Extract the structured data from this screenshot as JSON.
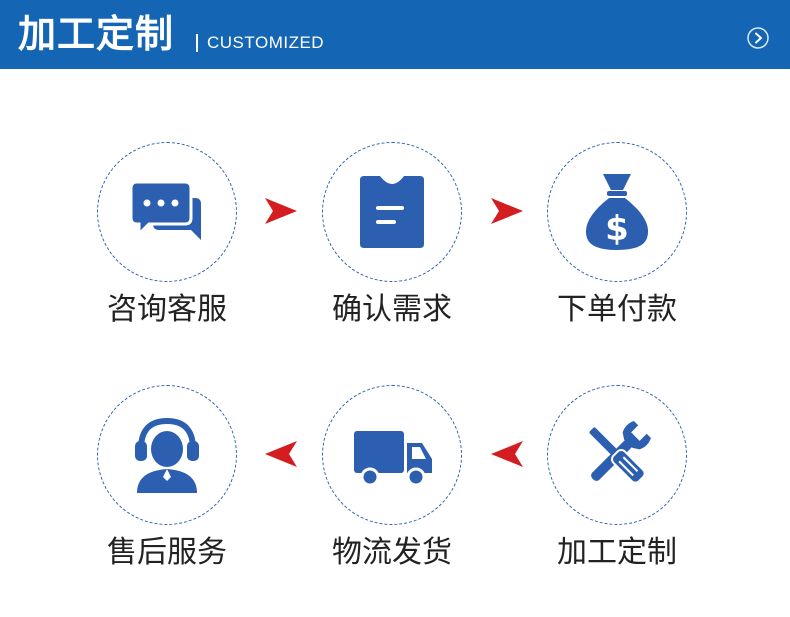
{
  "header": {
    "title": "加工定制",
    "subtitle": "CUSTOMIZED"
  },
  "colors": {
    "header_bg": "#1565b5",
    "icon_blue": "#2c5fb0",
    "arrow_red": "#d41d20",
    "label_text": "#222222"
  },
  "steps": [
    {
      "label": "咨询客服",
      "icon": "chat-bubbles-icon"
    },
    {
      "label": "确认需求",
      "icon": "clipboard-icon"
    },
    {
      "label": "下单付款",
      "icon": "money-bag-icon"
    },
    {
      "label": "售后服务",
      "icon": "headset-agent-icon"
    },
    {
      "label": "物流发货",
      "icon": "delivery-truck-icon"
    },
    {
      "label": "加工定制",
      "icon": "tools-icon"
    }
  ],
  "arrows": [
    {
      "direction": "right"
    },
    {
      "direction": "right"
    },
    {
      "direction": "left"
    },
    {
      "direction": "left"
    }
  ]
}
